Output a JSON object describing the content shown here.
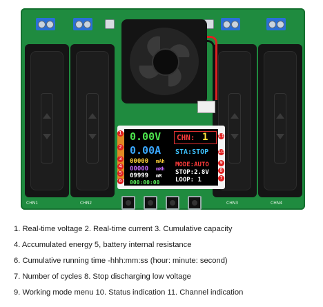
{
  "board": {
    "silk_left": "CHN1",
    "silk_left2": "CHN2",
    "silk_right": "CHN3",
    "silk_right2": "CHN4"
  },
  "lcd": {
    "voltage": "0.00V",
    "current": "0.00A",
    "capacity_value": "00000",
    "capacity_unit": "mAh",
    "energy_value": "00000",
    "energy_unit": "mWh",
    "resistance_value": "09999",
    "resistance_unit": "mR",
    "time": "000:00:00",
    "channel_label": "CHN:",
    "channel_value": "1",
    "status": "STA:STOP",
    "mode": "MODE:AUTO",
    "stop_voltage": "STOP:2.8V",
    "loop": "LOOP: 1"
  },
  "callouts": [
    "1",
    "2",
    "3",
    "4",
    "5",
    "6",
    "7",
    "8",
    "9",
    "10",
    "11"
  ],
  "legend": [
    "1. Real-time voltage   2. Real-time current   3. Cumulative capacity",
    "4. Accumulated energy   5, battery internal resistance",
    "6. Cumulative running time -hhh:mm:ss (hour: minute: second)",
    "7. Number of cycles   8. Stop discharging low voltage",
    "9. Working mode menu   10. Status indication   11. Channel indication"
  ]
}
